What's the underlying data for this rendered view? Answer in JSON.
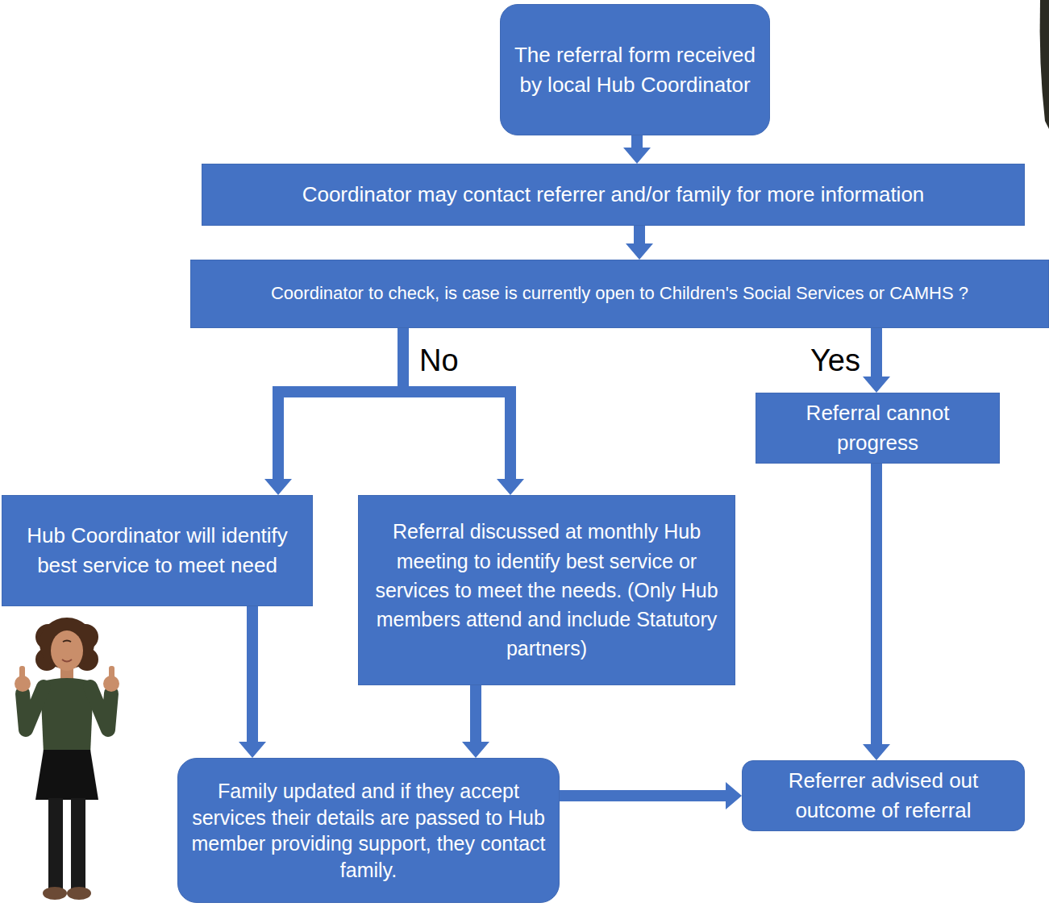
{
  "diagram": {
    "nodes": [
      {
        "text": [
          "The referral form received by local Hub Coordinator"
        ]
      },
      {
        "text": [
          "Coordinator may contact referrer and/or family for more information"
        ]
      },
      {
        "text": [
          "Coordinator to check, is case is currently open to Children's Social Services or CAMHS ?"
        ]
      },
      {
        "text": [
          "Referral cannot progress"
        ]
      },
      {
        "text": [
          "Hub Coordinator will identify best service to meet need"
        ]
      },
      {
        "text": [
          "Referral discussed at monthly Hub meeting to identify best service or services to meet the needs. (Only Hub members attend and include Statutory partners)"
        ]
      },
      {
        "text": [
          "Family updated and if they accept services their details are passed to Hub member providing support, they contact family."
        ]
      },
      {
        "text": [
          "Referrer advised out outcome of referral"
        ]
      }
    ],
    "edges": [
      {
        "from": 0,
        "to": 1,
        "arrow": "to"
      },
      {
        "from": 1,
        "to": 2,
        "arrow": "to"
      },
      {
        "from": 2,
        "to": 4,
        "label": "No",
        "arrow": "to"
      },
      {
        "from": 2,
        "to": 5,
        "arrow": "to"
      },
      {
        "from": 2,
        "to": 3,
        "label": "Yes",
        "arrow": "to"
      },
      {
        "from": 4,
        "to": 6,
        "arrow": "to"
      },
      {
        "from": 5,
        "to": 6,
        "arrow": "to"
      },
      {
        "from": 6,
        "to": 7,
        "arrow": "to"
      },
      {
        "from": 3,
        "to": 7,
        "arrow": "to"
      }
    ]
  }
}
